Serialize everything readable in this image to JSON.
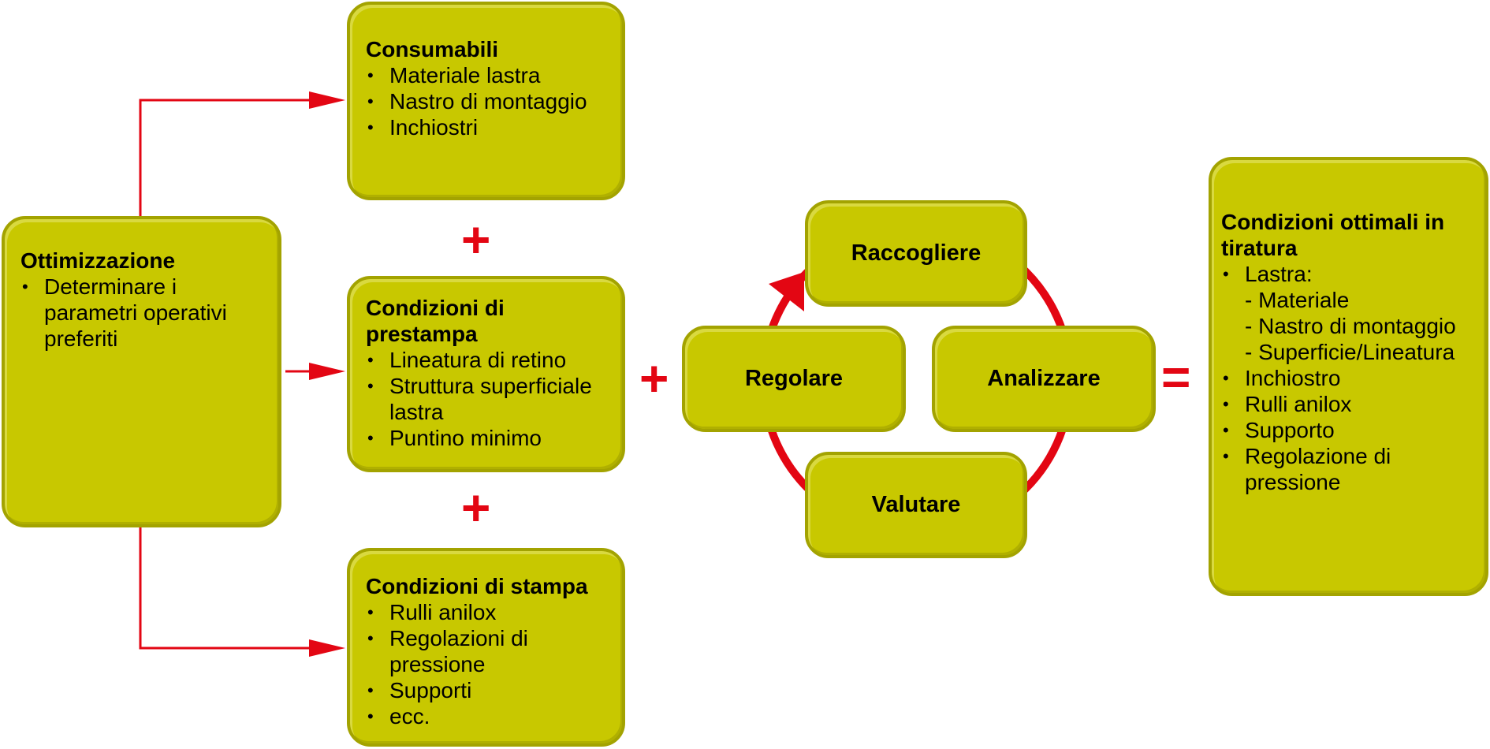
{
  "optimization": {
    "title": "Ottimizzazione",
    "items": [
      "Determinare i parametri operativi preferiti"
    ]
  },
  "consumables": {
    "title": "Consumabili",
    "items": [
      "Materiale lastra",
      "Nastro di montaggio",
      "Inchiostri"
    ]
  },
  "prepress": {
    "title": "Condizioni di prestampa",
    "items": [
      "Lineatura di retino",
      "Struttura superficiale lastra",
      "Puntino minimo"
    ]
  },
  "press": {
    "title": "Condizioni di stampa",
    "items": [
      "Rulli anilox",
      "Regolazioni di pressione",
      "Supporti",
      "ecc."
    ]
  },
  "cycle": {
    "collect": "Raccogliere",
    "analyze": "Analizzare",
    "evaluate": "Valutare",
    "adjust": "Regolare"
  },
  "result": {
    "title": "Condizioni ottimali in tiratura",
    "items": [
      "Lastra:",
      "- Materiale",
      "- Nastro di montaggio",
      "- Superficie/Lineatura",
      "Inchiostro",
      "Rulli anilox",
      "Supporto",
      "Regolazione di pressione"
    ]
  },
  "operators": {
    "plus": "+",
    "equals": "="
  },
  "colors": {
    "box": "#c8c800",
    "border": "#a3a300",
    "accent": "#e30613"
  }
}
